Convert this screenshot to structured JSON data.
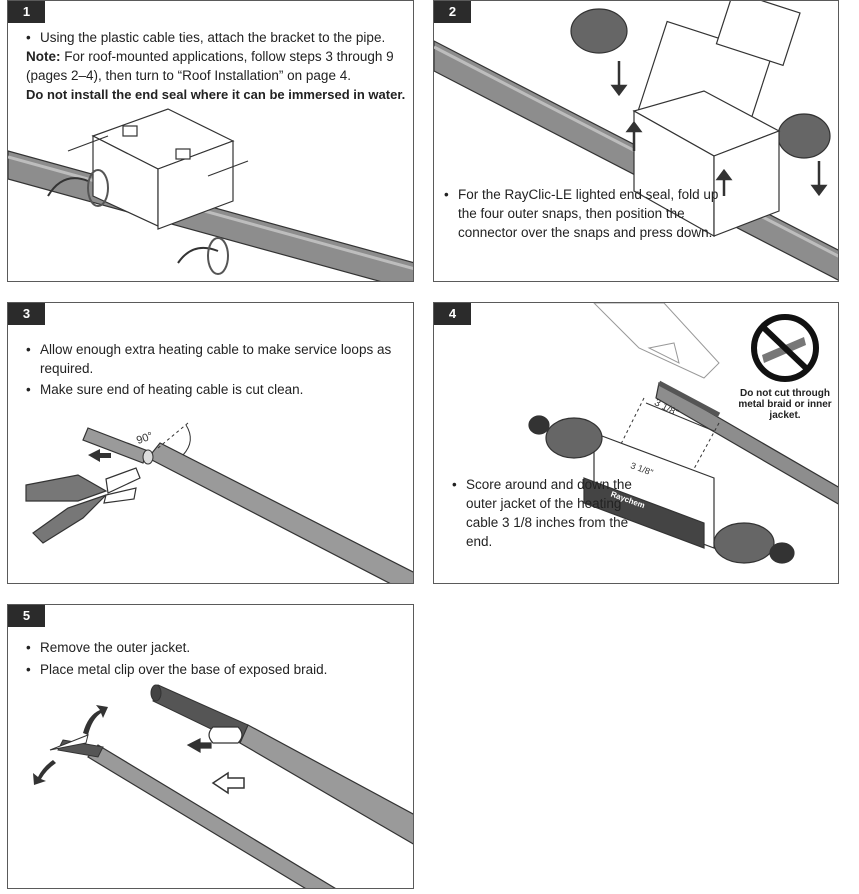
{
  "steps": [
    {
      "number": "1",
      "bullet": "Using the plastic cable ties, attach the bracket to the pipe.",
      "note_label": "Note:",
      "note_text": " For roof-mounted applications, follow steps 3 through 9 (pages 2–4), then turn to “Roof Installation” on page 4.",
      "warning": "Do not install the end seal where it can be immersed in water."
    },
    {
      "number": "2",
      "bullet": "For the RayClic-LE lighted end seal, fold up the four outer snaps, then position the connector over the snaps and press down."
    },
    {
      "number": "3",
      "bullets": [
        "Allow enough extra heating cable to make service loops as required.",
        "Make sure end of heating cable is cut clean."
      ],
      "angle_label": "90°"
    },
    {
      "number": "4",
      "bullet": "Score around and down the outer jacket of the heating cable 3 1/8 inches from the end.",
      "dimension_label": "3 1/8\"",
      "dimension_label_2": "3 1/8\"",
      "caution": "Do not cut through metal braid or inner jacket.",
      "brand_mark": "Raychem"
    },
    {
      "number": "5",
      "bullets": [
        "Remove the outer jacket.",
        "Place metal clip over the base of exposed braid."
      ]
    }
  ]
}
